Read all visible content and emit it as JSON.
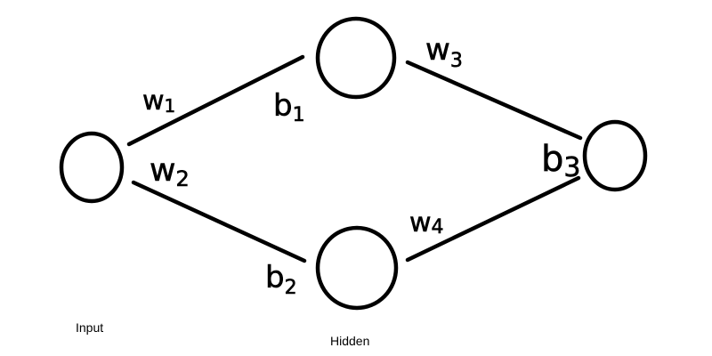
{
  "layers": {
    "input_label": "Input",
    "hidden_label": "Hidden"
  },
  "weights": {
    "w1_base": "w",
    "w1_sub": "1",
    "w2_base": "w",
    "w2_sub": "2",
    "w3_base": "w",
    "w3_sub": "3",
    "w4_base": "w",
    "w4_sub": "4"
  },
  "biases": {
    "b1_base": "b",
    "b1_sub": "1",
    "b2_base": "b",
    "b2_sub": "2",
    "b3_base": "b",
    "b3_sub": "3"
  },
  "colors": {
    "stroke": "#000000",
    "background": "#ffffff"
  }
}
